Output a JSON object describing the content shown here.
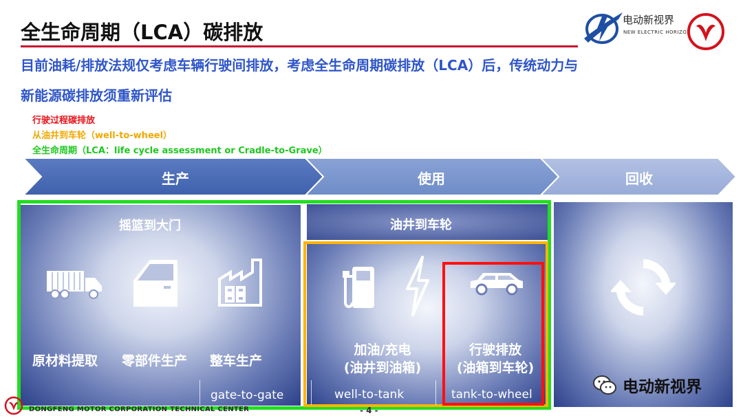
{
  "title": "全生命周期（LCA）碳排放",
  "subtitle": {
    "line1": "目前油耗/排放法规仅考虑车辆行驶间排放，考虑全生命周期碳排放（LCA）后，传统动力与",
    "line2": "新能源碳排放须重新评估"
  },
  "logo": {
    "name": "电动新视界",
    "tagline": "NEW ELECTRIC HORIZON"
  },
  "legend": {
    "red": "行驶过程碳排放",
    "orange": "从油井到车轮（well-to-wheel）",
    "green": "全生命周期（LCA：life cycle assessment or Cradle-to-Grave）"
  },
  "phases": [
    "生产",
    "使用",
    "回收"
  ],
  "production": {
    "title": "摇篮到大门",
    "items": [
      "原材料提取",
      "零部件生产",
      "整车生产"
    ],
    "tag": "gate-to-gate"
  },
  "use": {
    "title": "油井到车轮",
    "fueling": {
      "line1": "加油/充电",
      "line2": "(油井到油箱)",
      "tag": "well-to-tank"
    },
    "driving": {
      "line1": "行驶排放",
      "line2": "(油箱到车轮)",
      "tag": "tank-to-wheel"
    }
  },
  "watermark": "电动新视界",
  "footer": {
    "text": "DONGFENG MOTOR CORPORATION TECHNICAL CENTER",
    "page": "- 4 -"
  },
  "colors": {
    "title_rule": "#c8102e",
    "subtitle": "#2f56c8",
    "legend_red": "#e8141b",
    "legend_orange": "#f0a800",
    "legend_green": "#1ec81e",
    "frame_green": "#22dd22",
    "frame_orange": "#ffb400",
    "frame_red": "#ff1010"
  },
  "icons": {
    "truck": "truck-icon",
    "door": "car-door-icon",
    "factory": "factory-icon",
    "fuel": "fuel-pump-icon",
    "electric": "lightning-bolt-icon",
    "car": "suv-car-icon",
    "recycle": "recycle-icon",
    "wechat": "wechat-icon"
  }
}
